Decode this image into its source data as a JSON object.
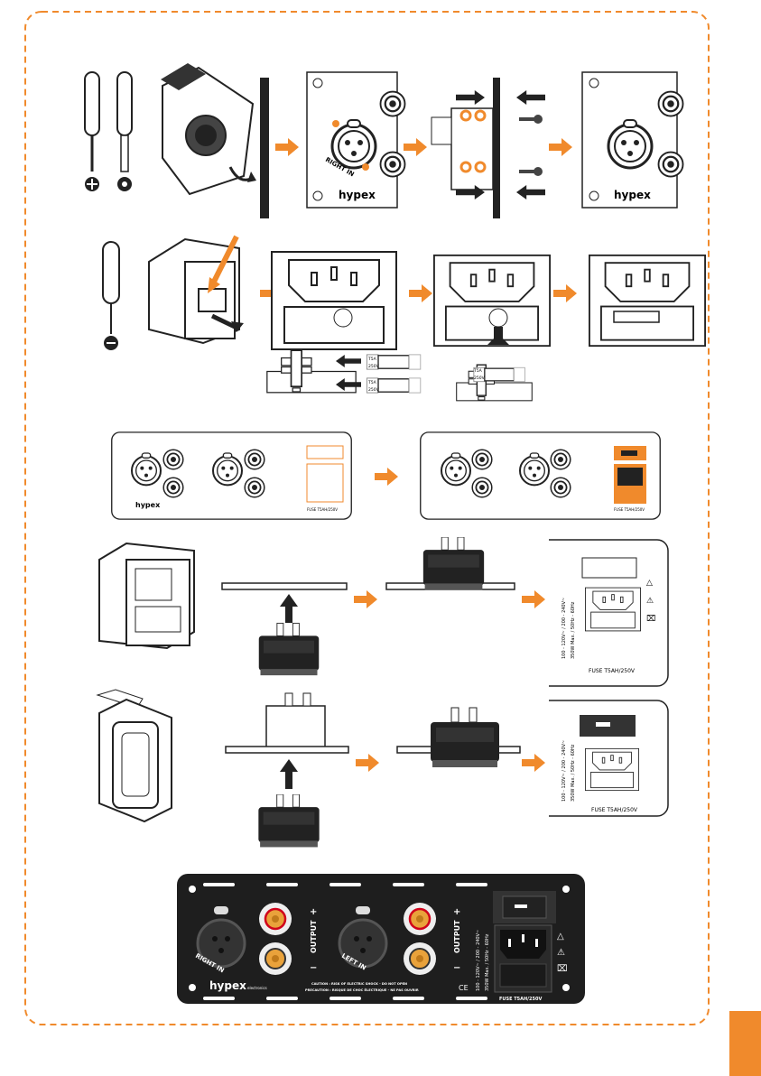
{
  "colors": {
    "accent": "#f08a2c",
    "panel_dark": "#1e1e1e",
    "rca_red": "#d0021b",
    "rca_gold": "#e9a23b"
  },
  "screwdriver_tips": [
    "phillips-icon",
    "hex-icon",
    "flat-icon"
  ],
  "fuse_label": {
    "line1": "T5A",
    "line2": "250V"
  },
  "panel": {
    "right_in": "RIGHT IN",
    "left_in": "LEFT IN",
    "output": "OUTPUT",
    "plus": "+",
    "minus": "−",
    "brand": "hypex",
    "brand_sub": "electronics",
    "caution_en": "CAUTION : RISK OF ELECTRIC SHOCK - DO NOT OPEN",
    "caution_fr": "PRECAUTION : RISQUE DE CHOC ÉLECTRIQUE - NE PAS OUVRIR",
    "voltage": "100 - 120V~ / 200 - 240V~",
    "power": "350W Max. / 50Hz - 60Hz",
    "fuse": "FUSE T5AH/250V",
    "ce": "CE"
  }
}
